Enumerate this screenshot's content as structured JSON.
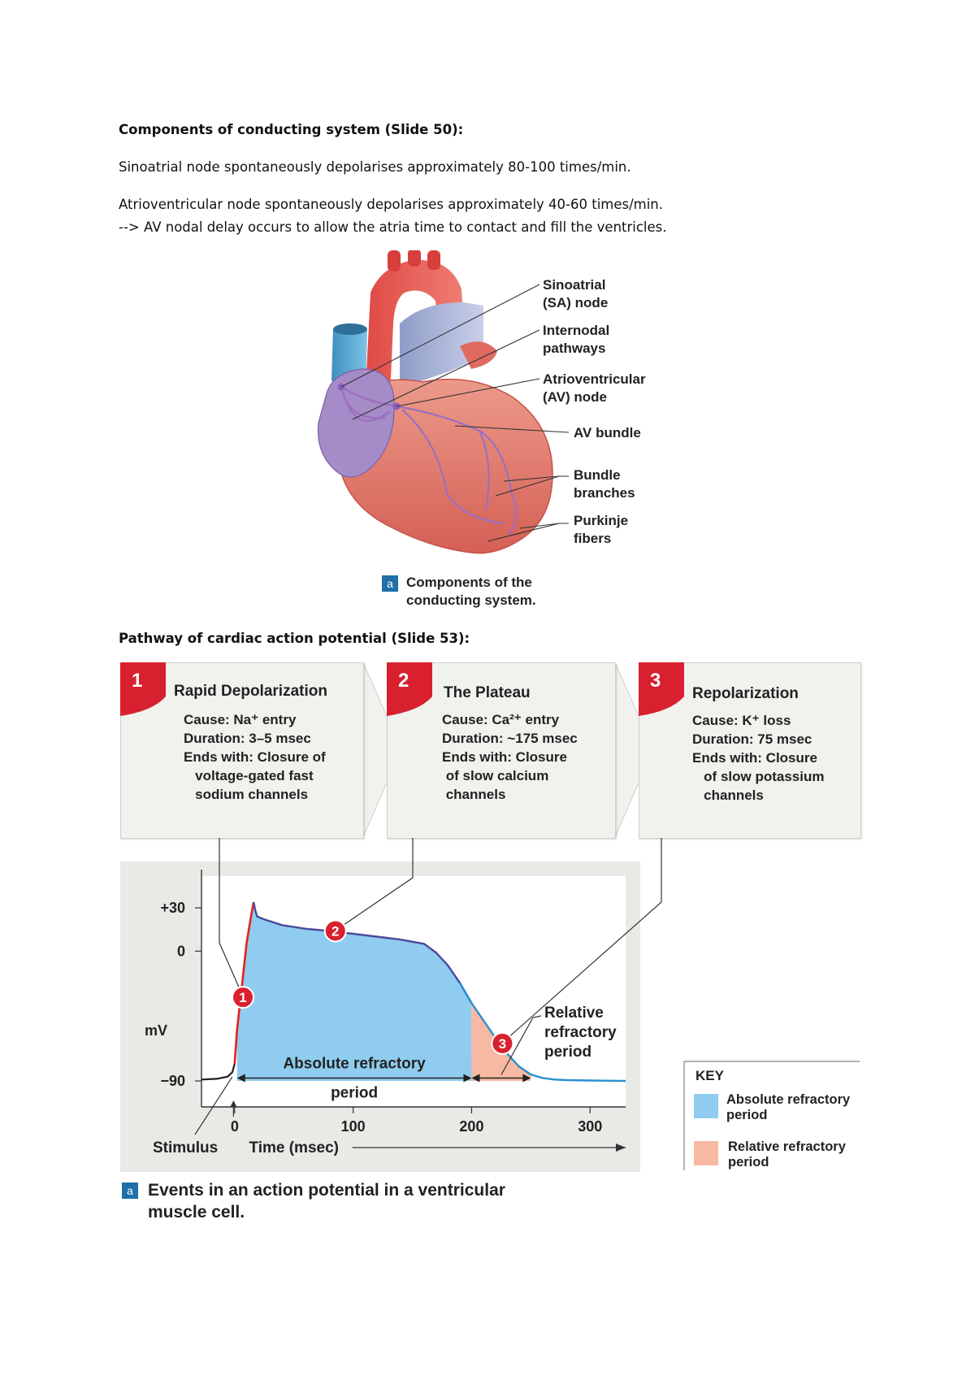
{
  "doc": {
    "heading1": "Components of conducting system (Slide 50):",
    "line1": "Sinoatrial node spontaneously depolarises approximately 80-100 times/min.",
    "line2": "Atrioventricular node spontaneously depolarises approximately 40-60 times/min.",
    "line3": "--> AV nodal delay occurs to allow the atria time to contact and fill the ventricles.",
    "heading2": "Pathway of cardiac action potential (Slide 53):"
  },
  "heart_figure": {
    "labels": [
      {
        "l1": "Sinoatrial",
        "l2": "(SA) node"
      },
      {
        "l1": "Internodal",
        "l2": "pathways"
      },
      {
        "l1": "Atrioventricular",
        "l2": "(AV) node"
      },
      {
        "l1": "AV bundle",
        "l2": ""
      },
      {
        "l1": "Bundle",
        "l2": "branches"
      },
      {
        "l1": "Purkinje",
        "l2": "fibers"
      }
    ],
    "caption_badge": "a",
    "caption_l1": "Components of the",
    "caption_l2": "conducting system."
  },
  "phases": [
    {
      "num": "1",
      "title": "Rapid Depolarization",
      "body": "Cause: Na⁺ entry\nDuration: 3–5 msec\nEnds with: Closure of\n   voltage-gated fast\n   sodium channels"
    },
    {
      "num": "2",
      "title": "The Plateau",
      "body": "Cause: Ca²⁺ entry\nDuration: ~175 msec\nEnds with: Closure\n of slow calcium\n channels"
    },
    {
      "num": "3",
      "title": "Repolarization",
      "body": "Cause: K⁺ loss\nDuration: 75 msec\nEnds with: Closure\n   of slow potassium\n   channels"
    }
  ],
  "chart_data": {
    "type": "line",
    "ylabel": "mV",
    "xlabel": "Time (msec)",
    "y_ticks": [
      "+30",
      "0",
      "−90"
    ],
    "y_tick_values": [
      30,
      0,
      -90
    ],
    "x_ticks": [
      "0",
      "100",
      "200",
      "300"
    ],
    "x_tick_values": [
      0,
      100,
      200,
      300
    ],
    "xlim": [
      -28,
      330
    ],
    "ylim": [
      -108,
      52
    ],
    "series": [
      {
        "x": [
          -28,
          -15,
          -6,
          -2,
          0,
          2,
          6,
          10,
          14,
          16,
          17.5,
          19,
          25,
          40,
          60,
          80,
          100,
          120,
          140,
          160,
          170,
          180,
          190,
          200,
          210,
          220,
          230,
          240,
          250,
          260,
          270,
          280,
          300,
          330
        ],
        "y": [
          -89,
          -88.5,
          -87,
          -84,
          -78,
          -55,
          -25,
          5,
          25,
          34,
          28,
          24,
          22,
          18,
          15.5,
          14,
          12,
          10,
          8,
          5,
          -1,
          -10,
          -22,
          -36,
          -48,
          -60,
          -71,
          -80,
          -85.5,
          -88,
          -89,
          -89.4,
          -89.7,
          -90
        ]
      }
    ],
    "absolute_refractory": [
      2,
      200
    ],
    "relative_refractory": [
      200,
      250
    ],
    "stimulus_label": "Stimulus",
    "annotation_absolute_l1": "Absolute refractory",
    "annotation_absolute_l2": "period",
    "annotation_relative": [
      "Relative",
      "refractory",
      "period"
    ],
    "markers": [
      {
        "label": "1",
        "x": 7,
        "y": -32
      },
      {
        "label": "2",
        "x": 85,
        "y": 14
      },
      {
        "label": "3",
        "x": 226,
        "y": -64
      }
    ],
    "key": {
      "title": "KEY",
      "absolute": [
        "Absolute refractory",
        "period"
      ],
      "relative": [
        "Relative refractory",
        "period"
      ],
      "absolute_color": "#8fccef",
      "relative_color": "#f7b9a1"
    },
    "caption_badge": "a",
    "caption_l1": "Events in an action potential in a ventricular",
    "caption_l2": "muscle cell."
  },
  "colors": {
    "absolute": "#8fccef",
    "relative": "#f7b9a1",
    "marker": "#d8202e",
    "curve": "#4a4a9c",
    "depol": "#e2231a",
    "badge": "#1f6fa8"
  }
}
